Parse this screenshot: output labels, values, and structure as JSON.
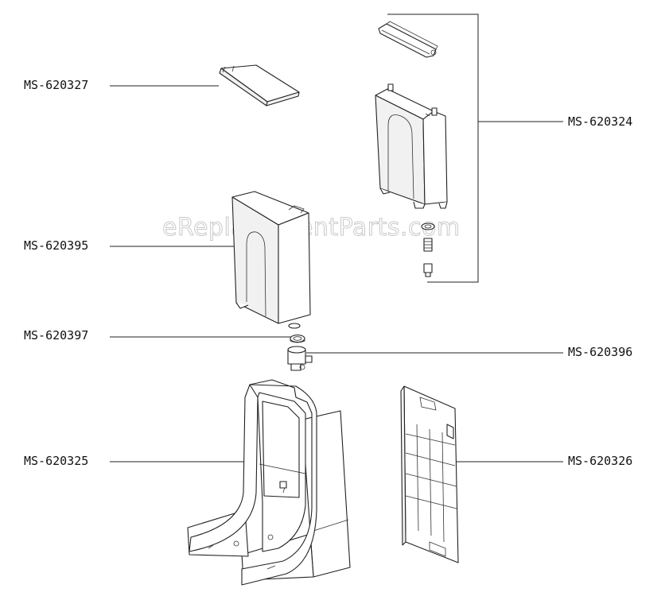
{
  "watermark": "eReplacementParts.com",
  "labels": {
    "p620327": "MS-620327",
    "p620324": "MS-620324",
    "p620395": "MS-620395",
    "p620397": "MS-620397",
    "p620396": "MS-620396",
    "p620325": "MS-620325",
    "p620326": "MS-620326"
  }
}
